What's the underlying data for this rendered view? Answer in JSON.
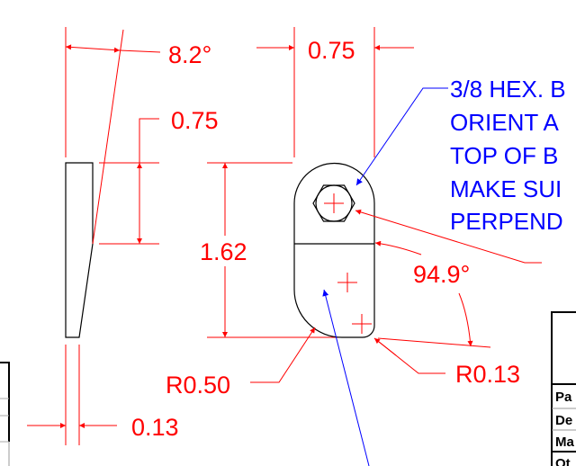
{
  "drawing": {
    "dimensions": {
      "angle_taper": "8.2°",
      "height_upper": "0.75",
      "width_top": "0.75",
      "height_total": "1.62",
      "angle_side": "94.9°",
      "radius_large": "R0.50",
      "radius_small": "R0.13",
      "thickness_bottom": "0.13"
    },
    "note_lines": [
      "3/8 HEX. B",
      "ORIENT A",
      "TOP OF B",
      "MAKE SUI",
      "PERPEND"
    ],
    "title_block_rows": [
      "Pa",
      "De",
      "Ma",
      "Ot"
    ]
  },
  "colors": {
    "dimension": "#ff0000",
    "note": "#0000ff",
    "outline": "#000000"
  }
}
